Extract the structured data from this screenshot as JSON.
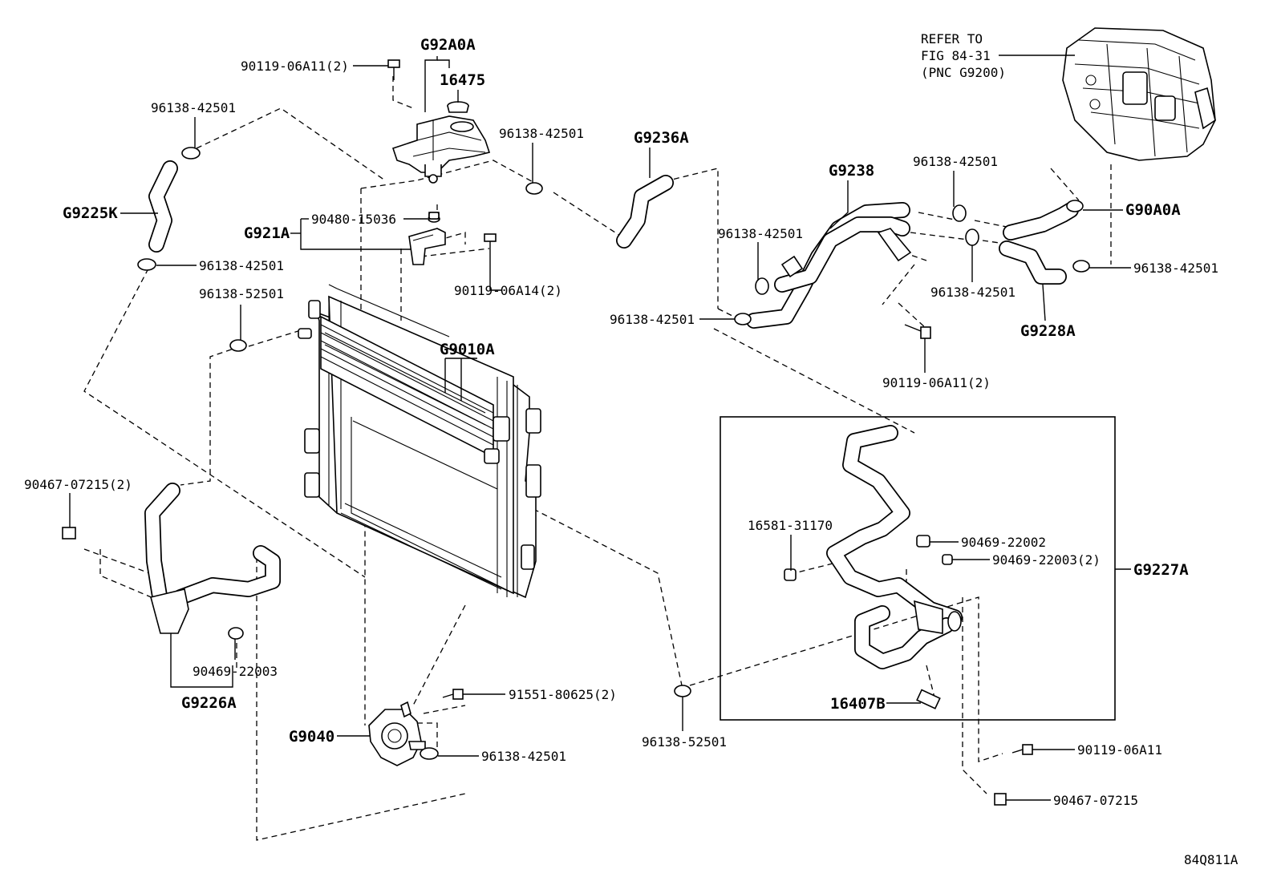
{
  "figure_code": "84Q811A",
  "reference_note": {
    "line1": "REFER TO",
    "line2": "FIG 84-31",
    "line3": "(PNC G9200)"
  },
  "labels": {
    "g92a0a": "G92A0A",
    "p16475": "16475",
    "bolt_90119_06a11_2_top": "90119-06A11(2)",
    "clamp_96138_42501_a": "96138-42501",
    "clamp_96138_42501_b": "96138-42501",
    "g9225k": "G9225K",
    "clamp_96138_42501_c": "96138-42501",
    "g921a": "G921A",
    "p90480_15036": "90480-15036",
    "bolt_90119_06a14_2": "90119-06A14(2)",
    "clamp_96138_52501_a": "96138-52501",
    "g9010a": "G9010A",
    "g9236a": "G9236A",
    "g9238": "G9238",
    "clamp_96138_42501_d": "96138-42501",
    "clamp_96138_42501_e": "96138-42501",
    "clamp_96138_42501_f": "96138-42501",
    "clamp_96138_42501_g": "96138-42501",
    "g90a0a": "G90A0A",
    "clamp_96138_42501_h": "96138-42501",
    "g9228a": "G9228A",
    "bolt_90119_06a11_2_right": "90119-06A11(2)",
    "p90467_07215_2": "90467-07215(2)",
    "p90469_22003_left": "90469-22003",
    "g9226a": "G9226A",
    "g9040": "G9040",
    "p91551_80625_2": "91551-80625(2)",
    "clamp_96138_42501_i": "96138-42501",
    "clamp_96138_52501_b": "96138-52501",
    "p16581_31170": "16581-31170",
    "p90469_22002": "90469-22002",
    "p90469_22003_2": "90469-22003(2)",
    "g9227a": "G9227A",
    "p16407b": "16407B",
    "bolt_90119_06a11": "90119-06A11",
    "p90467_07215": "90467-07215"
  }
}
